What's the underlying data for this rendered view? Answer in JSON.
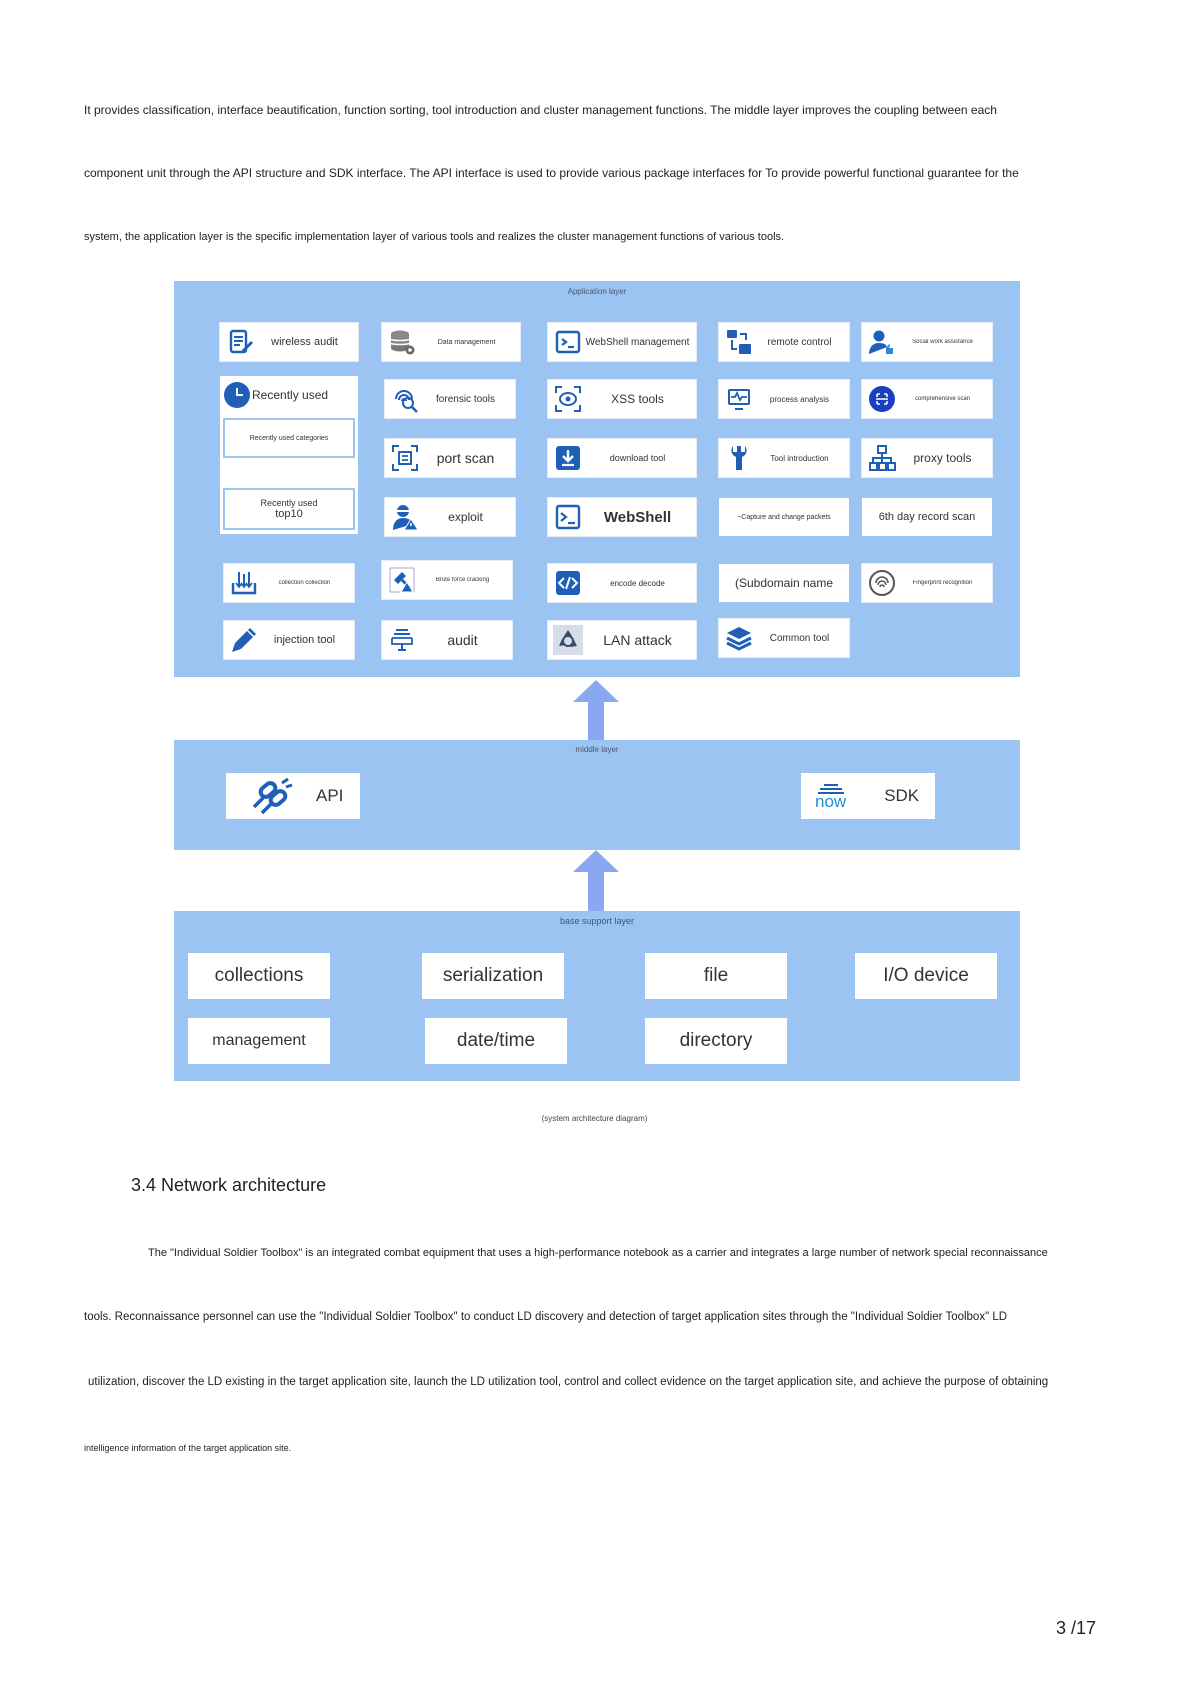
{
  "intro": {
    "line1": "It provides classification, interface beautification, function sorting, tool introduction and cluster management functions. The middle layer improves the coupling between each",
    "line2": "component unit through the API structure and SDK interface. The API interface is used to provide various package interfaces for To provide powerful functional guarantee for the",
    "line3": "system, the application layer is the specific implementation layer of various tools and realizes the cluster management functions of various tools."
  },
  "diagram": {
    "application_layer": {
      "title": "Application layer",
      "recent": {
        "label": "Recently used",
        "categories": "Recently used categories",
        "top_title": "Recently used",
        "top_label": "top10"
      },
      "tools": {
        "wireless_audit": "wireless audit",
        "data_management": "Data management",
        "webshell_management": "WebShell management",
        "remote_control": "remote control",
        "social_work": "Social work assistance",
        "forensic_tools": "forensic tools",
        "xss_tools": "XSS tools",
        "process_analysis": "process analysis",
        "comprehensive_scan": "comprehensive scan",
        "port_scan": "port scan",
        "download_tool": "download tool",
        "tool_introduction": "Tool introduction",
        "proxy_tools": "proxy tools",
        "exploit": "exploit",
        "webshell": "WebShell",
        "capture_packets": "~Capture and change packets",
        "record_scan": "6th day record scan",
        "collection": "collection collection",
        "brute_force": "Brute force cracking",
        "encode_decode": "encode decode",
        "subdomain": "(Subdomain name",
        "fingerprint": "Fingerprint recognition",
        "injection_tool": "injection tool",
        "audit": "audit",
        "lan_attack": "LAN attack",
        "common_tool": "Common tool"
      }
    },
    "middle_layer": {
      "title": "middle layer",
      "api": "API",
      "sdk_now": "now",
      "sdk": "SDK"
    },
    "base_layer": {
      "title": "base support layer",
      "items": [
        "collections",
        "serialization",
        "file",
        "I/O device",
        "management",
        "date/time",
        "directory"
      ]
    },
    "caption": "(system architecture diagram)",
    "colors": {
      "layer_bg": "#9cc4f3",
      "icon_blue": "#1f5fb8",
      "arrow": "#8aa8f0"
    }
  },
  "section": {
    "heading": "3.4 Network architecture",
    "line1": "The \"Individual Soldier Toolbox\" is an integrated combat equipment that uses a high-performance notebook as a carrier and integrates a large number of network special reconnaissance",
    "line2": "tools. Reconnaissance personnel can use the \"Individual Soldier Toolbox\" to conduct LD discovery and detection of target application sites through the \"Individual Soldier Toolbox\" LD",
    "line3": "utilization, discover the LD existing in the target application site, launch the LD utilization tool, control and collect evidence on the target application site, and achieve the purpose of obtaining",
    "line4": "intelligence information of the target application site."
  },
  "footer": {
    "page": "3",
    "total": "/17"
  }
}
